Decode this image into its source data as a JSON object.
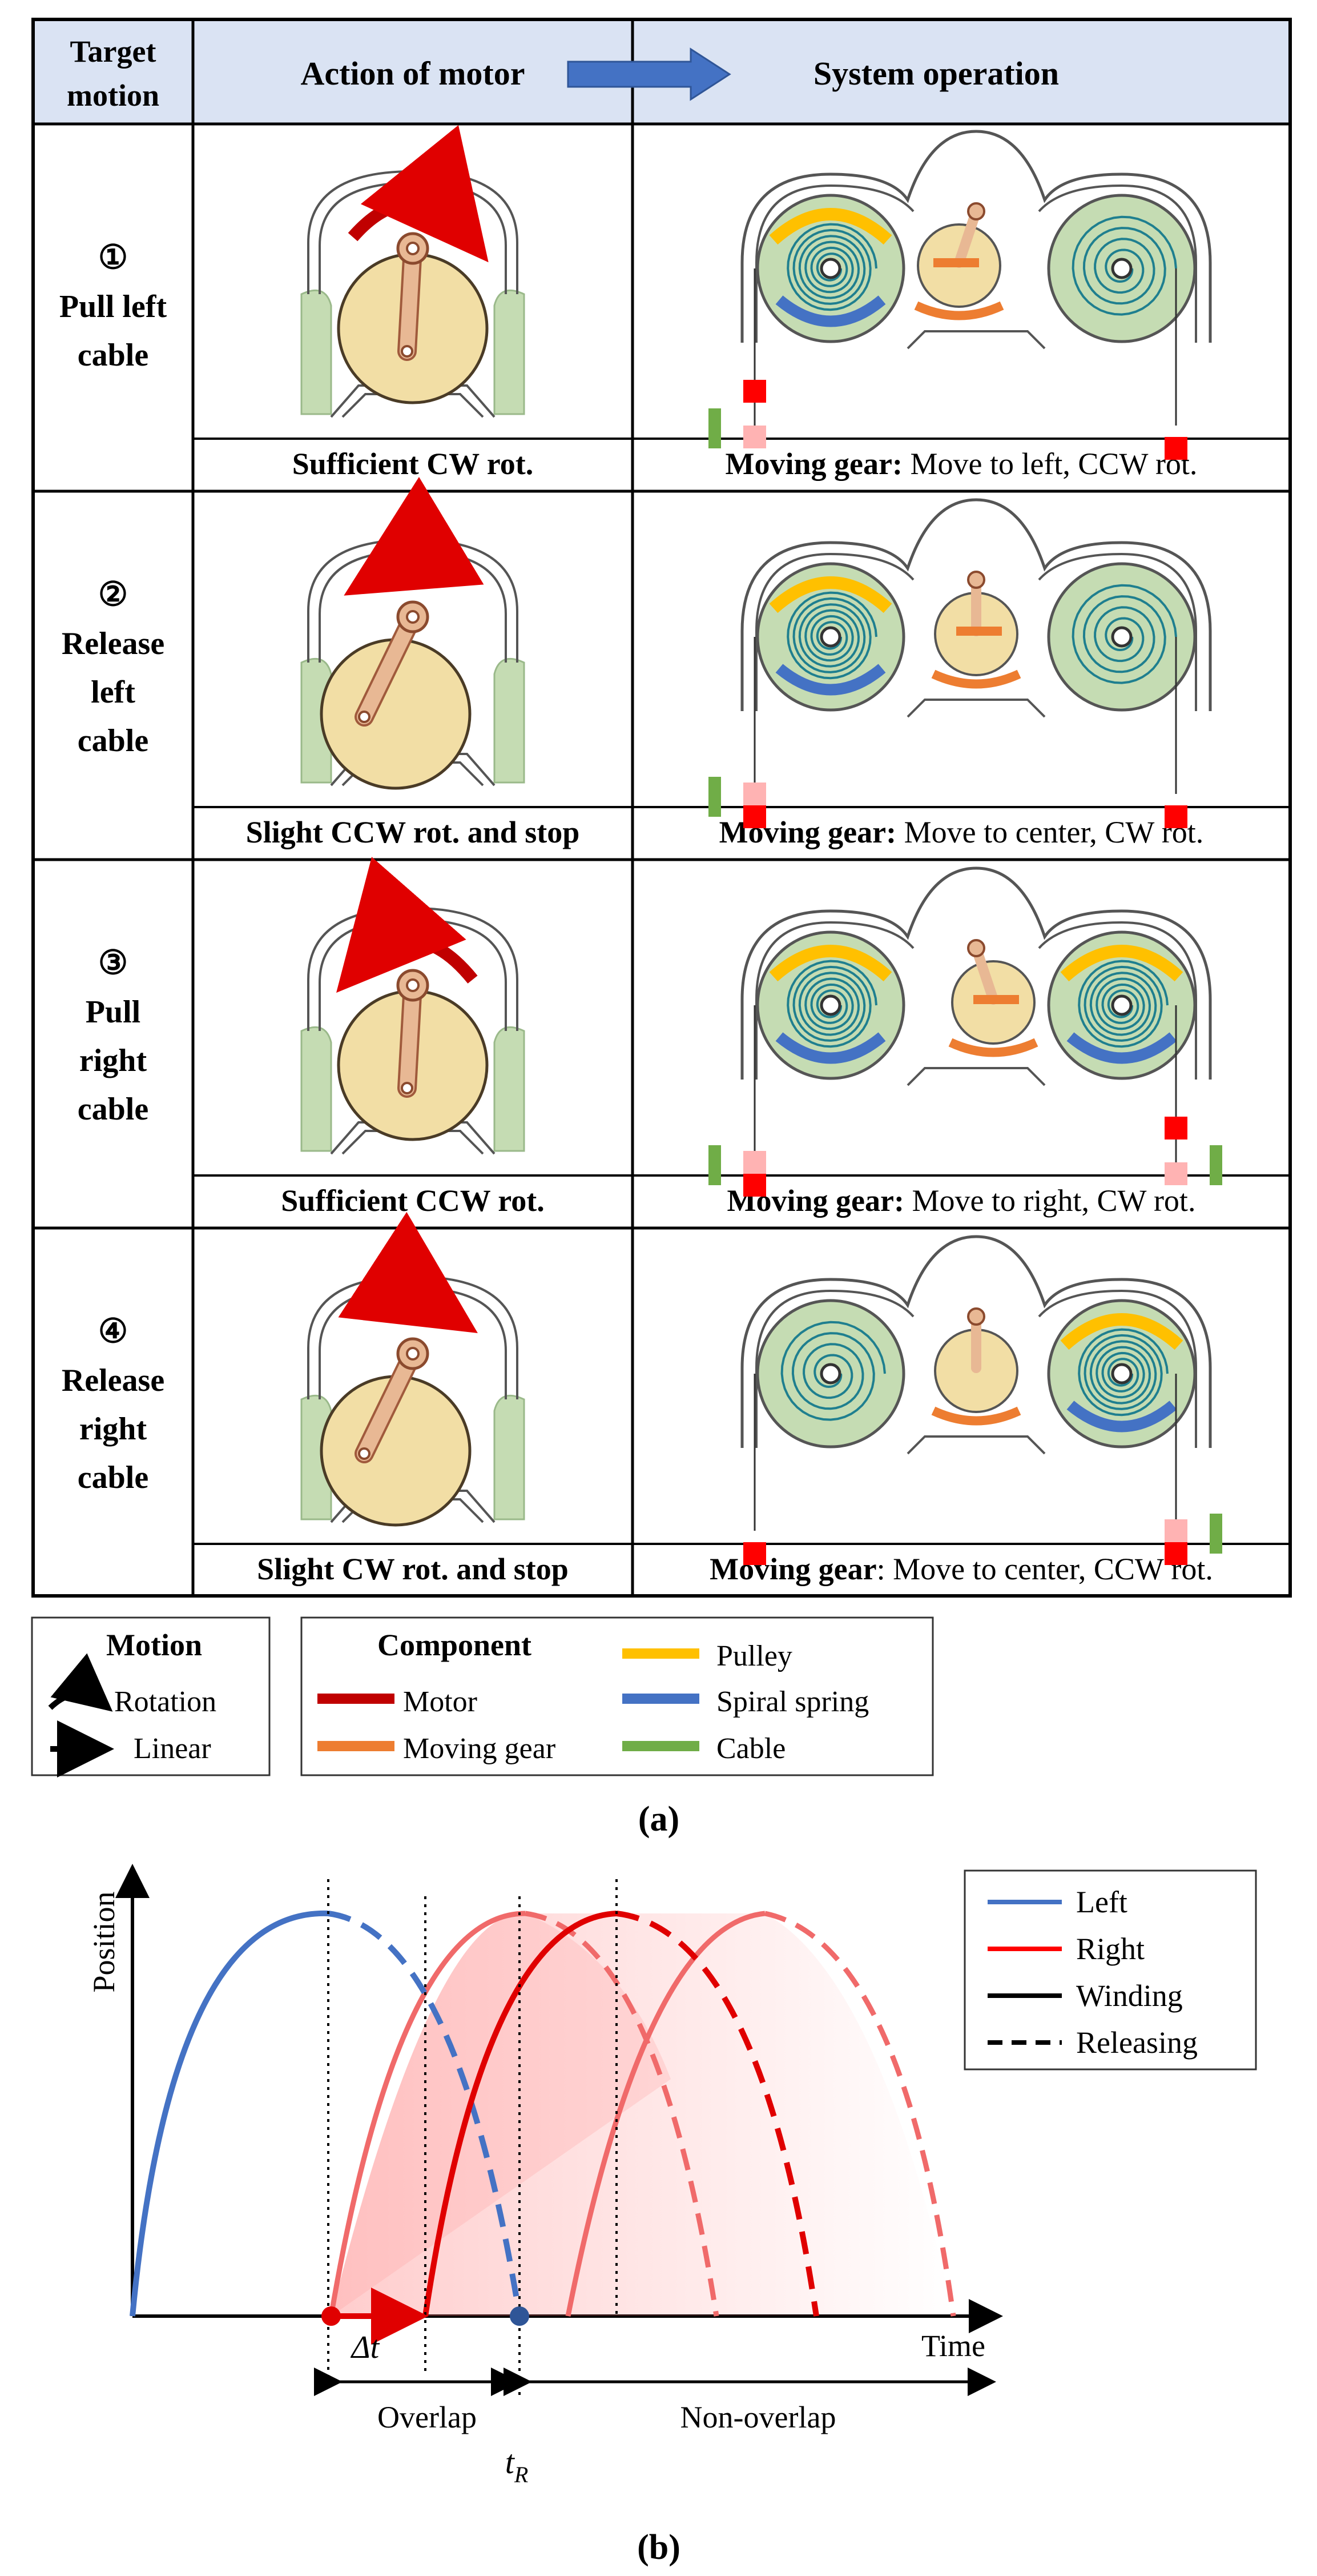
{
  "table": {
    "headers": {
      "target": [
        "Target",
        "motion"
      ],
      "action": "Action of motor",
      "system": "System operation"
    },
    "rows": [
      {
        "num": "①",
        "target": [
          "Pull left",
          "cable"
        ],
        "action_caption": "Sufficient CW rot.",
        "system_bold": "Moving gear:",
        "system_rest": " Move to left, CCW rot."
      },
      {
        "num": "②",
        "target": [
          "Release",
          "left",
          "cable"
        ],
        "action_caption": "Slight CCW rot. and stop",
        "system_bold": "Moving gear:",
        "system_rest": " Move to center, CW rot."
      },
      {
        "num": "③",
        "target": [
          "Pull",
          "right",
          "cable"
        ],
        "action_caption": "Sufficient CCW rot.",
        "system_bold": "Moving gear:",
        "system_rest": " Move to right, CW rot."
      },
      {
        "num": "④",
        "target": [
          "Release",
          "right",
          "cable"
        ],
        "action_caption": "Slight CW rot. and stop",
        "system_bold": "Moving gear",
        "system_rest": ": Move to center, CCW rot."
      }
    ]
  },
  "legend_a": {
    "motion_title": "Motion",
    "motion_items": [
      "Rotation",
      "Linear"
    ],
    "component_title": "Component",
    "component_items": [
      {
        "label": "Motor",
        "color": "#c00000"
      },
      {
        "label": "Moving gear",
        "color": "#ed7d31"
      },
      {
        "label": "Pulley",
        "color": "#ffc000"
      },
      {
        "label": "Spiral spring",
        "color": "#4472c4"
      },
      {
        "label": "Cable",
        "color": "#70ad47"
      }
    ]
  },
  "panel_a_label": "(a)",
  "panel_b_label": "(b)",
  "chart_b": {
    "ylabel": "Position",
    "xlabel": "Time",
    "legend": [
      "Left",
      "Right",
      "Winding",
      "Releasing"
    ],
    "legend_colors": [
      "#4472c4",
      "#ff0000",
      "#000000",
      "#000000"
    ],
    "delta_t": "Δt",
    "overlap": "Overlap",
    "non_overlap": "Non-overlap",
    "t_r": "t",
    "t_r_sub": "R"
  },
  "colors": {
    "motor": "#c00000",
    "moving_gear": "#ed7d31",
    "pulley": "#ffc000",
    "spring": "#4472c4",
    "cable": "#70ad47",
    "header_bg": "#dae3f3",
    "arrow": "#4472c4"
  }
}
